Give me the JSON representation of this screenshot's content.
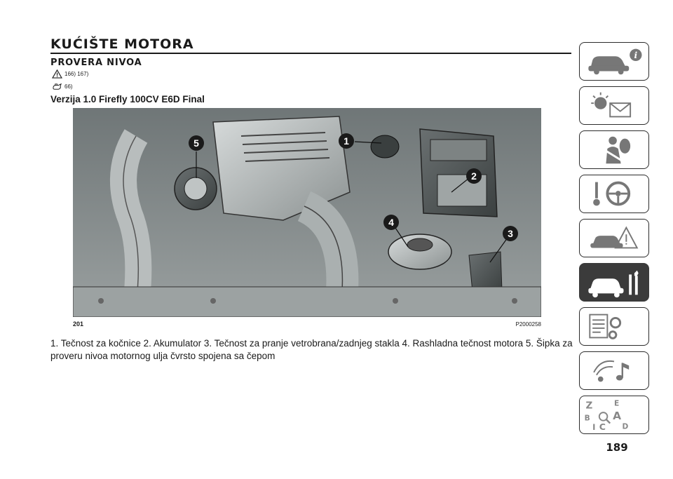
{
  "header": {
    "title": "KUĆIŠTE MOTORA",
    "subtitle": "PROVERA NIVOA",
    "warnings": [
      {
        "icon": "warning-triangle-icon",
        "refs": "166)  167)"
      },
      {
        "icon": "oil-can-icon",
        "refs": "66)"
      }
    ],
    "version": "Verzija 1.0 Firefly 100CV E6D Final"
  },
  "figure": {
    "number": "201",
    "code": "P2000258",
    "callouts": [
      "1",
      "2",
      "3",
      "4",
      "5"
    ]
  },
  "caption": "1. Tečnost za kočnice 2. Akumulator 3. Tečnost za pranje vetrobrana/zadnjeg stakla 4. Rashladna tečnost motora 5. Šipka za proveru nivoa motornog ulja čvrsto spojena sa čepom",
  "page_number": "189",
  "sidebar": {
    "tabs": [
      {
        "icon": "car-info-icon",
        "active": false
      },
      {
        "icon": "warning-lights-message-icon",
        "active": false
      },
      {
        "icon": "airbag-seatbelt-icon",
        "active": false
      },
      {
        "icon": "steering-wheel-key-icon",
        "active": false
      },
      {
        "icon": "emergency-accident-icon",
        "active": false
      },
      {
        "icon": "car-maintenance-tools-icon",
        "active": true
      },
      {
        "icon": "technical-data-gears-icon",
        "active": false
      },
      {
        "icon": "multimedia-music-icon",
        "active": false
      },
      {
        "icon": "alphabetical-index-icon",
        "active": false
      }
    ],
    "index_letters": [
      "Z",
      "E",
      "B",
      "A",
      "C",
      "D",
      "I"
    ]
  },
  "colors": {
    "active_tab": "#3b3b3b",
    "text": "#1a1a1a",
    "engine_gray": "#8d9394"
  }
}
